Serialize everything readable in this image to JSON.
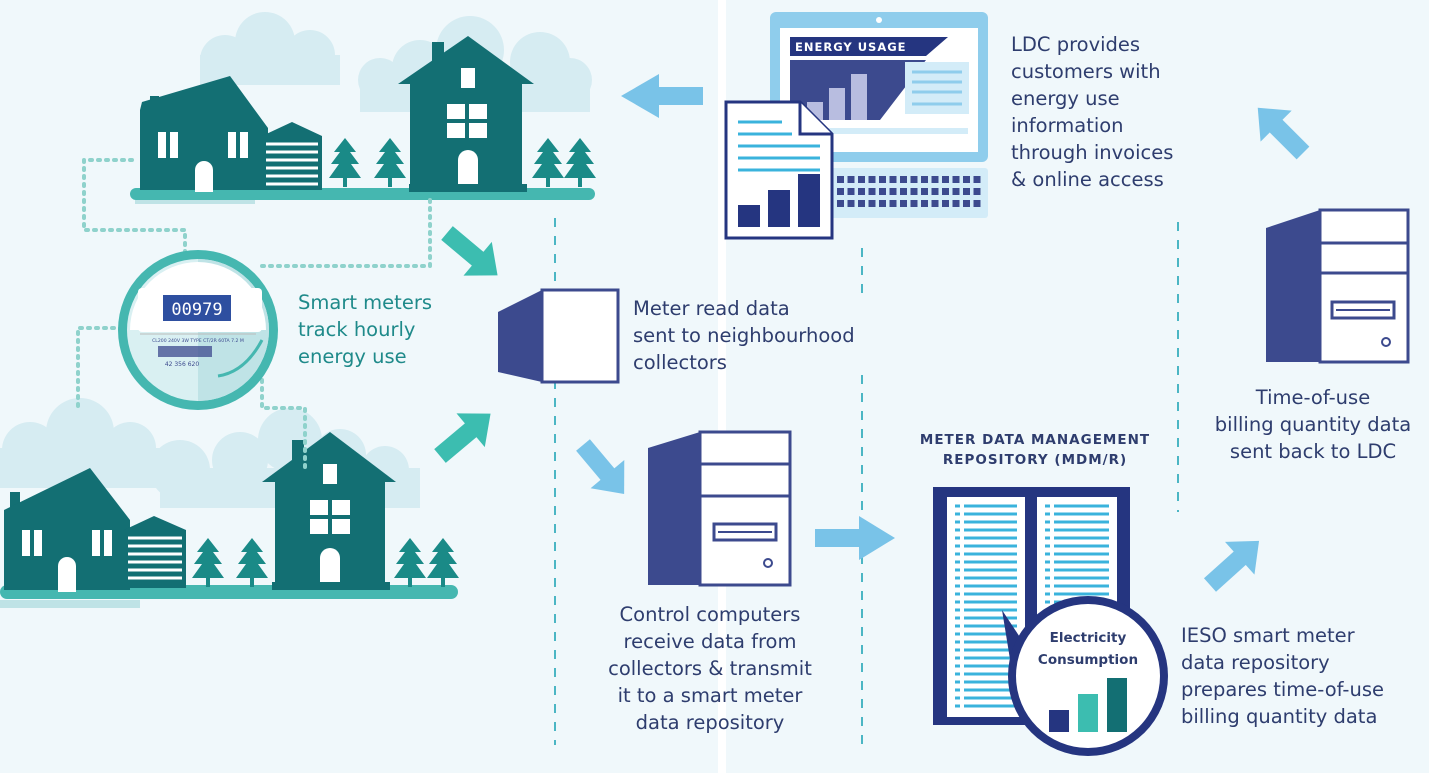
{
  "colors": {
    "background": "#f0f8fb",
    "house_teal": "#136f73",
    "house_ground": "#45b7b0",
    "cloud": "#d6ecf2",
    "navy": "#3c4a8e",
    "dark_navy": "#253580",
    "light_blue_arrow": "#79c3e8",
    "teal_arrow": "#3cbdb0",
    "text_navy": "#2e3d6e",
    "text_teal": "#1f8a8a"
  },
  "labels": {
    "smart_meters": [
      "Smart meters",
      "track hourly",
      "energy use"
    ],
    "meter_read": [
      "Meter read data",
      "sent to neighbourhood",
      "collectors"
    ],
    "control_computers": [
      "Control computers",
      "receive data from",
      "collectors & transmit",
      "it to a smart meter",
      "data repository"
    ],
    "ldc_provides": [
      "LDC provides",
      "customers with",
      "energy use",
      "information",
      "through invoices",
      "& online access"
    ],
    "time_of_use": [
      "Time-of-use",
      "billing quantity data",
      "sent back to LDC"
    ],
    "ieso": [
      "IESO smart meter",
      "data repository",
      "prepares time-of-use",
      "billing quantity data"
    ],
    "mdm_title": [
      "METER DATA MANAGEMENT",
      "REPOSITORY (MDM/R)"
    ]
  },
  "meter": {
    "reading": "00979",
    "fine_print": "CL200 240V 3W TYPE CT/2R 60TA 7.2 M",
    "serial": "42 356 620"
  },
  "monitor": {
    "banner": "ENERGY USAGE"
  },
  "magnifier": {
    "label": [
      "Electricity",
      "Consumption"
    ]
  }
}
